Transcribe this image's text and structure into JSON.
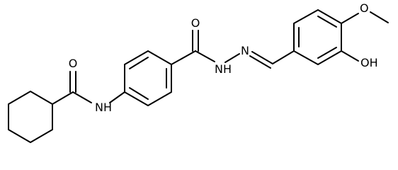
{
  "molecule": {
    "labels": {
      "carbonyl_o_left": "O",
      "amide_nh": "NH",
      "carbonyl_o_right": "O",
      "hydrazide_nh": "NH",
      "imine_n": "N",
      "methoxy_o": "O",
      "hydroxyl_oh": "OH"
    }
  }
}
